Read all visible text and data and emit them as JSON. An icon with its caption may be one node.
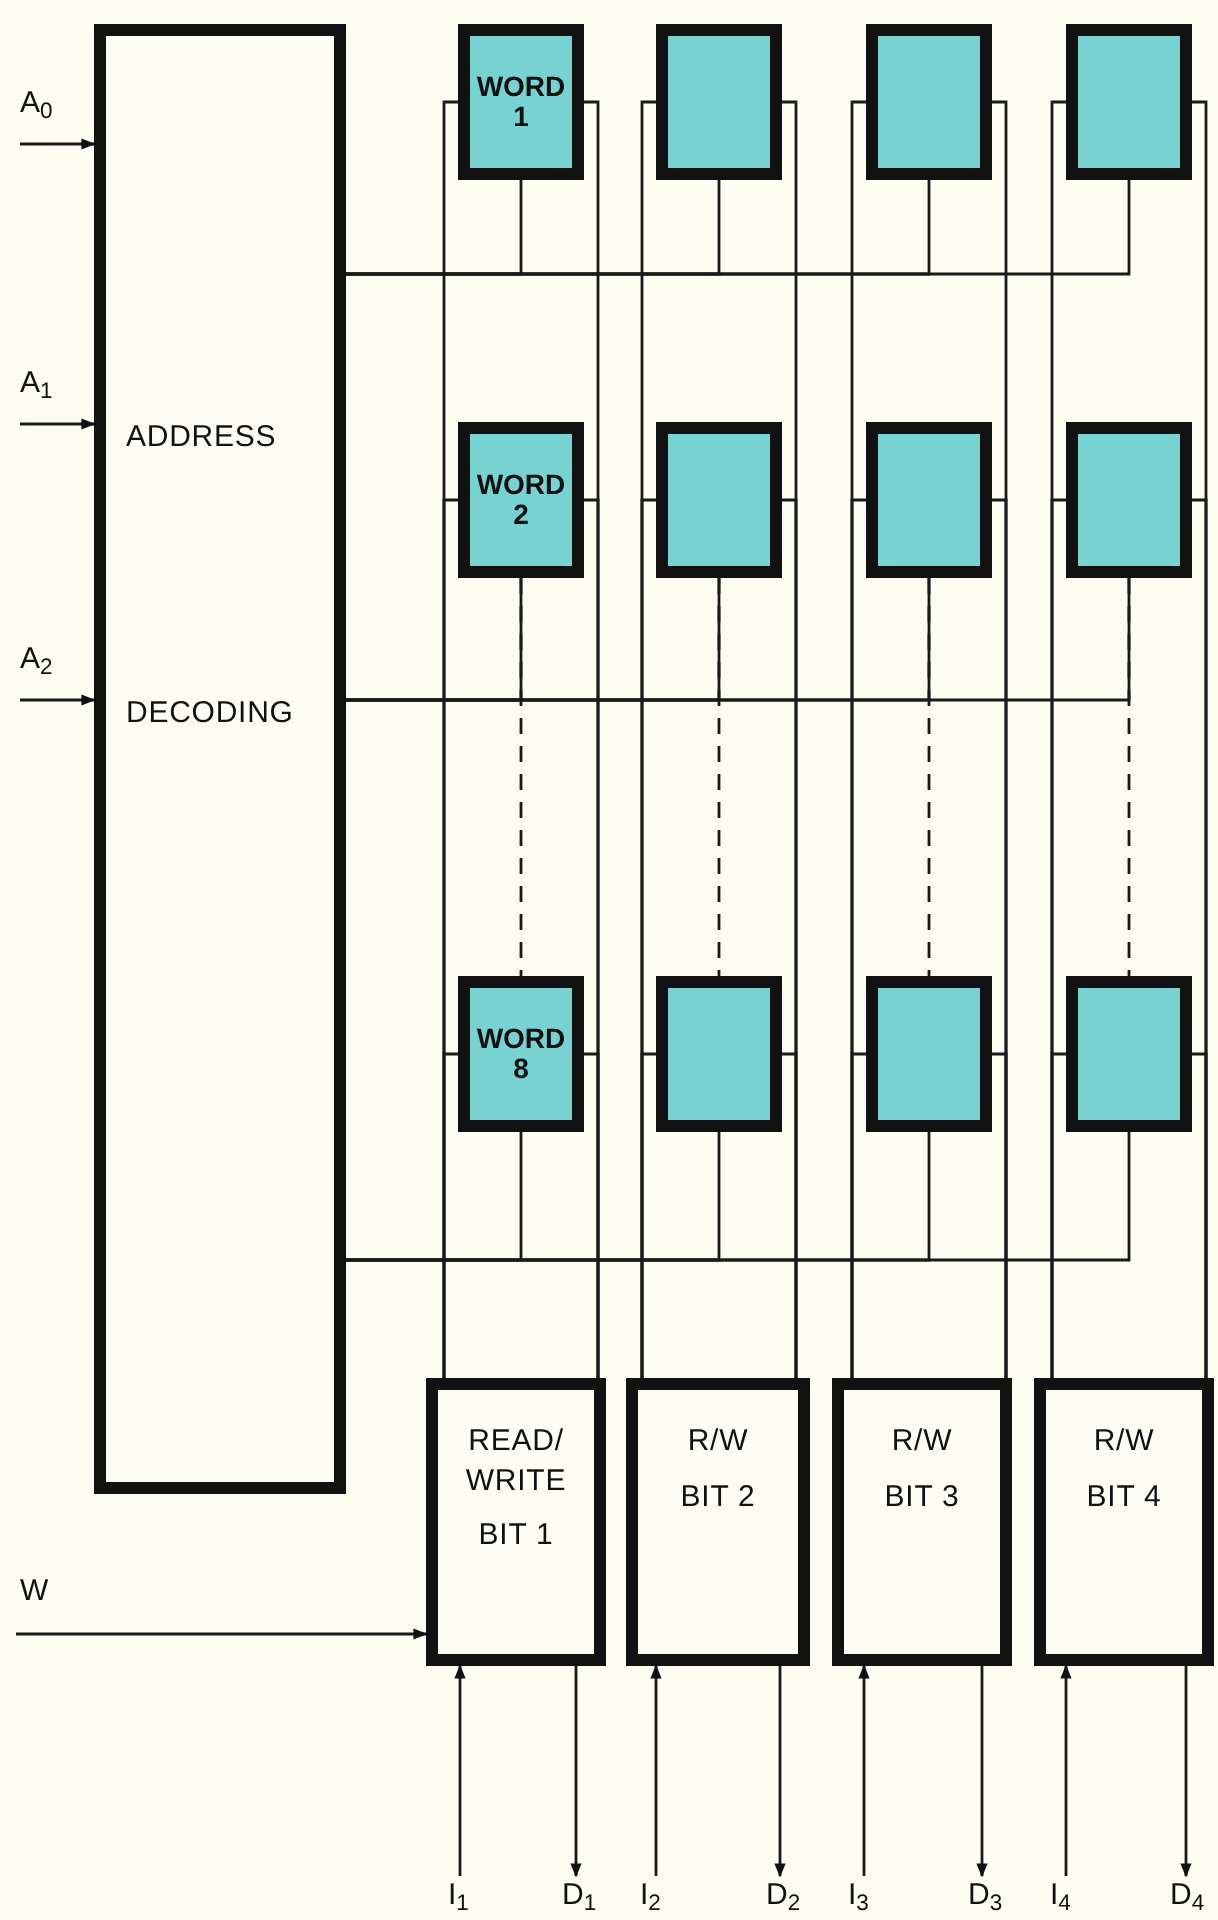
{
  "diagram": {
    "nodes": [
      {
        "text": [
          "ADDRESS",
          "DECODING"
        ]
      },
      {
        "text": [
          "WORD 1"
        ]
      },
      {
        "text": [],
        "shape": "box"
      },
      {
        "text": [],
        "shape": "box"
      },
      {
        "text": [],
        "shape": "box"
      },
      {
        "text": [
          "WORD 2"
        ]
      },
      {
        "text": [],
        "shape": "box"
      },
      {
        "text": [],
        "shape": "box"
      },
      {
        "text": [],
        "shape": "box"
      },
      {
        "text": [
          "WORD 8"
        ]
      },
      {
        "text": [],
        "shape": "box"
      },
      {
        "text": [],
        "shape": "box"
      },
      {
        "text": [],
        "shape": "box"
      },
      {
        "text": [
          "READ/ WRITE",
          "BIT 1"
        ]
      },
      {
        "text": [
          "R/W",
          "BIT 2"
        ]
      },
      {
        "text": [
          "R/W",
          "BIT 3"
        ]
      },
      {
        "text": [
          "R/W",
          "BIT 4"
        ]
      }
    ],
    "edges": [
      {
        "from": null,
        "to": 0,
        "arrow": "to",
        "label": "A$_{0}$"
      },
      {
        "from": null,
        "to": 0,
        "arrow": "to",
        "label": "A$_{1}$"
      },
      {
        "from": null,
        "to": 0,
        "arrow": "to",
        "label": "A$_{2}$"
      },
      {
        "from": 0,
        "to": 1,
        "arrow": "none"
      },
      {
        "from": 0,
        "to": 2,
        "arrow": "none"
      },
      {
        "from": 0,
        "to": 3,
        "arrow": "none"
      },
      {
        "from": 0,
        "to": 4,
        "arrow": "none"
      },
      {
        "from": 0,
        "to": 5,
        "arrow": "none"
      },
      {
        "from": 0,
        "to": 6,
        "arrow": "none"
      },
      {
        "from": 0,
        "to": 7,
        "arrow": "none"
      },
      {
        "from": 0,
        "to": 8,
        "arrow": "none"
      },
      {
        "from": 0,
        "to": 9,
        "arrow": "none"
      },
      {
        "from": 0,
        "to": 10,
        "arrow": "none"
      },
      {
        "from": 0,
        "to": 11,
        "arrow": "none"
      },
      {
        "from": 0,
        "to": 12,
        "arrow": "none"
      },
      {
        "from": 5,
        "to": 9,
        "arrow": "none",
        "style": "dashed"
      },
      {
        "from": 6,
        "to": 10,
        "arrow": "none",
        "style": "dashed"
      },
      {
        "from": 7,
        "to": 11,
        "arrow": "none",
        "style": "dashed"
      },
      {
        "from": 8,
        "to": 12,
        "arrow": "none",
        "style": "dashed"
      },
      {
        "from": 1,
        "to": 13,
        "arrow": "none"
      },
      {
        "from": 2,
        "to": 14,
        "arrow": "none"
      },
      {
        "from": 3,
        "to": 15,
        "arrow": "none"
      },
      {
        "from": 4,
        "to": 16,
        "arrow": "none"
      },
      {
        "from": 5,
        "to": 13,
        "arrow": "none"
      },
      {
        "from": 6,
        "to": 14,
        "arrow": "none"
      },
      {
        "from": 7,
        "to": 15,
        "arrow": "none"
      },
      {
        "from": 8,
        "to": 16,
        "arrow": "none"
      },
      {
        "from": 9,
        "to": 13,
        "arrow": "none"
      },
      {
        "from": 10,
        "to": 14,
        "arrow": "none"
      },
      {
        "from": 11,
        "to": 15,
        "arrow": "none"
      },
      {
        "from": 12,
        "to": 16,
        "arrow": "none"
      },
      {
        "from": null,
        "to": 13,
        "arrow": "to",
        "label": "W"
      },
      {
        "from": null,
        "to": 13,
        "arrow": "to",
        "label": "I$_{1}$"
      },
      {
        "from": 13,
        "to": null,
        "arrow": "to",
        "label": "D$_{1}$"
      },
      {
        "from": null,
        "to": 14,
        "arrow": "to",
        "label": "I$_{2}$"
      },
      {
        "from": 14,
        "to": null,
        "arrow": "to",
        "label": "D$_{2}$"
      },
      {
        "from": null,
        "to": 15,
        "arrow": "to",
        "label": "I$_{3}$"
      },
      {
        "from": 15,
        "to": null,
        "arrow": "to",
        "label": "D$_{3}$"
      },
      {
        "from": null,
        "to": 16,
        "arrow": "to",
        "label": "I$_{4}$"
      },
      {
        "from": 16,
        "to": null,
        "arrow": "to",
        "label": "D$_{4}$"
      }
    ]
  }
}
